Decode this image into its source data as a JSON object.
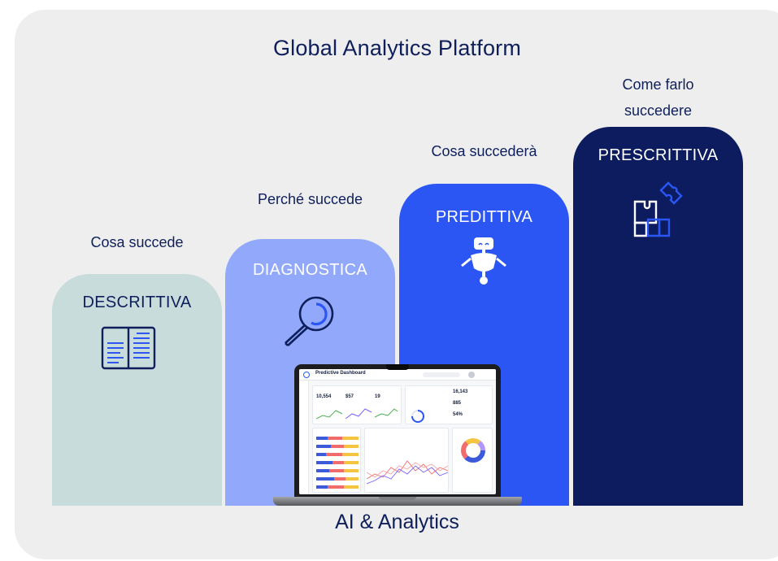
{
  "title": "Global Analytics Platform",
  "footer": "AI & Analytics",
  "columns": [
    {
      "label": "DESCRITTIVA",
      "caption": "Cosa succede",
      "color": "#c8dcdc",
      "icon": "document-icon"
    },
    {
      "label": "DIAGNOSTICA",
      "caption": "Perché succede",
      "color": "#91a8fb",
      "icon": "magnifier-icon"
    },
    {
      "label": "PREDITTIVA",
      "caption": "Cosa succederà",
      "color": "#2b56f4",
      "icon": "robot-icon"
    },
    {
      "label": "PRESCRITTIVA",
      "caption": "Come farlo succedere",
      "color": "#0c1c5e",
      "icon": "puzzle-icon"
    }
  ],
  "laptop": {
    "dashboard_title": "Predictive Dashboard",
    "kpis": [
      "10,554",
      "$57",
      "19",
      "16,143",
      "885",
      "54%"
    ]
  }
}
